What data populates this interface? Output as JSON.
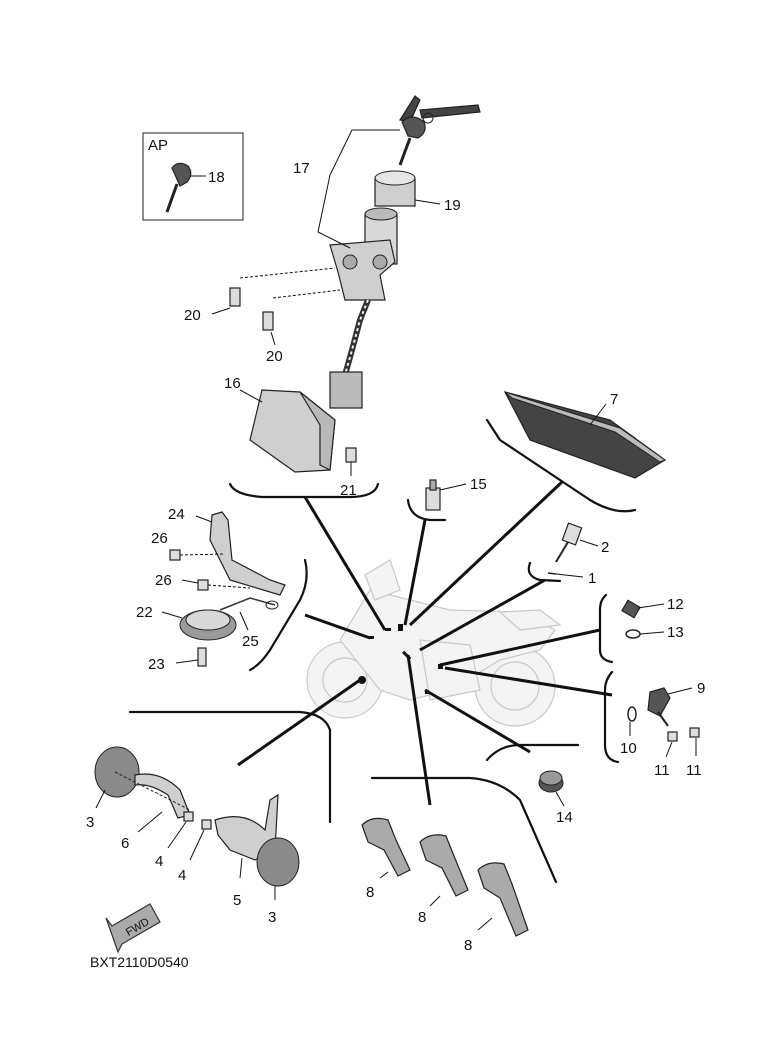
{
  "diagram": {
    "inset_label": "AP",
    "drawing_code": "BXT2110D0540",
    "fwd_label": "FWD",
    "callouts": {
      "c1": "1",
      "c2": "2",
      "c3a": "3",
      "c3b": "3",
      "c4a": "4",
      "c4b": "4",
      "c5": "5",
      "c6": "6",
      "c7": "7",
      "c8a": "8",
      "c8b": "8",
      "c8c": "8",
      "c9": "9",
      "c10": "10",
      "c11a": "11",
      "c11b": "11",
      "c12": "12",
      "c13": "13",
      "c14": "14",
      "c15": "15",
      "c16": "16",
      "c17": "17",
      "c18": "18",
      "c19": "19",
      "c20a": "20",
      "c20b": "20",
      "c21": "21",
      "c22": "22",
      "c23": "23",
      "c24": "24",
      "c25": "25",
      "c26a": "26",
      "c26b": "26"
    }
  }
}
